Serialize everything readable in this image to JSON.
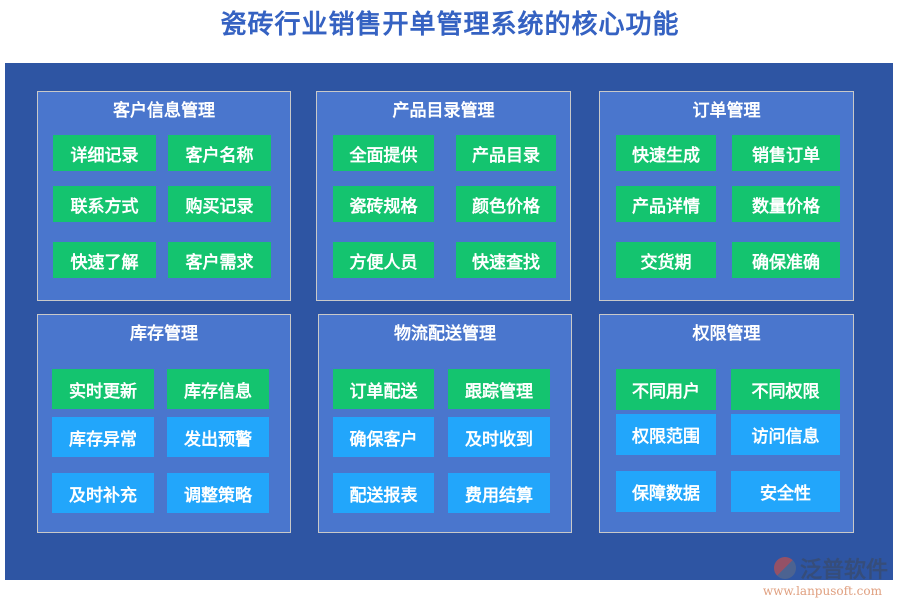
{
  "title": "瓷砖行业销售开单管理系统的核心功能",
  "colors": {
    "background": "#2e55a3",
    "panel": "#4a76cd",
    "green": "#14c46f",
    "blue": "#22a6fb"
  },
  "modules": [
    {
      "name": "客户信息管理",
      "items": [
        {
          "label": "详细记录",
          "color": "green"
        },
        {
          "label": "客户名称",
          "color": "green"
        },
        {
          "label": "联系方式",
          "color": "green"
        },
        {
          "label": "购买记录",
          "color": "green"
        },
        {
          "label": "快速了解",
          "color": "green"
        },
        {
          "label": "客户需求",
          "color": "green"
        }
      ]
    },
    {
      "name": "产品目录管理",
      "items": [
        {
          "label": "全面提供",
          "color": "green"
        },
        {
          "label": "产品目录",
          "color": "green"
        },
        {
          "label": "瓷砖规格",
          "color": "green"
        },
        {
          "label": "颜色价格",
          "color": "green"
        },
        {
          "label": "方便人员",
          "color": "green"
        },
        {
          "label": "快速查找",
          "color": "green"
        }
      ]
    },
    {
      "name": "订单管理",
      "items": [
        {
          "label": "快速生成",
          "color": "green"
        },
        {
          "label": "销售订单",
          "color": "green"
        },
        {
          "label": "产品详情",
          "color": "green"
        },
        {
          "label": "数量价格",
          "color": "green"
        },
        {
          "label": "交货期",
          "color": "green"
        },
        {
          "label": "确保准确",
          "color": "green"
        }
      ]
    },
    {
      "name": "库存管理",
      "items": [
        {
          "label": "实时更新",
          "color": "green"
        },
        {
          "label": "库存信息",
          "color": "green"
        },
        {
          "label": "库存异常",
          "color": "blue"
        },
        {
          "label": "发出预警",
          "color": "blue"
        },
        {
          "label": "及时补充",
          "color": "blue"
        },
        {
          "label": "调整策略",
          "color": "blue"
        }
      ]
    },
    {
      "name": "物流配送管理",
      "items": [
        {
          "label": "订单配送",
          "color": "green"
        },
        {
          "label": "跟踪管理",
          "color": "green"
        },
        {
          "label": "确保客户",
          "color": "blue"
        },
        {
          "label": "及时收到",
          "color": "blue"
        },
        {
          "label": "配送报表",
          "color": "blue"
        },
        {
          "label": "费用结算",
          "color": "blue"
        }
      ]
    },
    {
      "name": "权限管理",
      "items": [
        {
          "label": "不同用户",
          "color": "green"
        },
        {
          "label": "不同权限",
          "color": "green"
        },
        {
          "label": "权限范围",
          "color": "blue"
        },
        {
          "label": "访问信息",
          "color": "blue"
        },
        {
          "label": "保障数据",
          "color": "blue"
        },
        {
          "label": "安全性",
          "color": "blue"
        }
      ]
    }
  ],
  "logo": {
    "text": "泛普软件",
    "url": "www.lanpusoft.com"
  }
}
